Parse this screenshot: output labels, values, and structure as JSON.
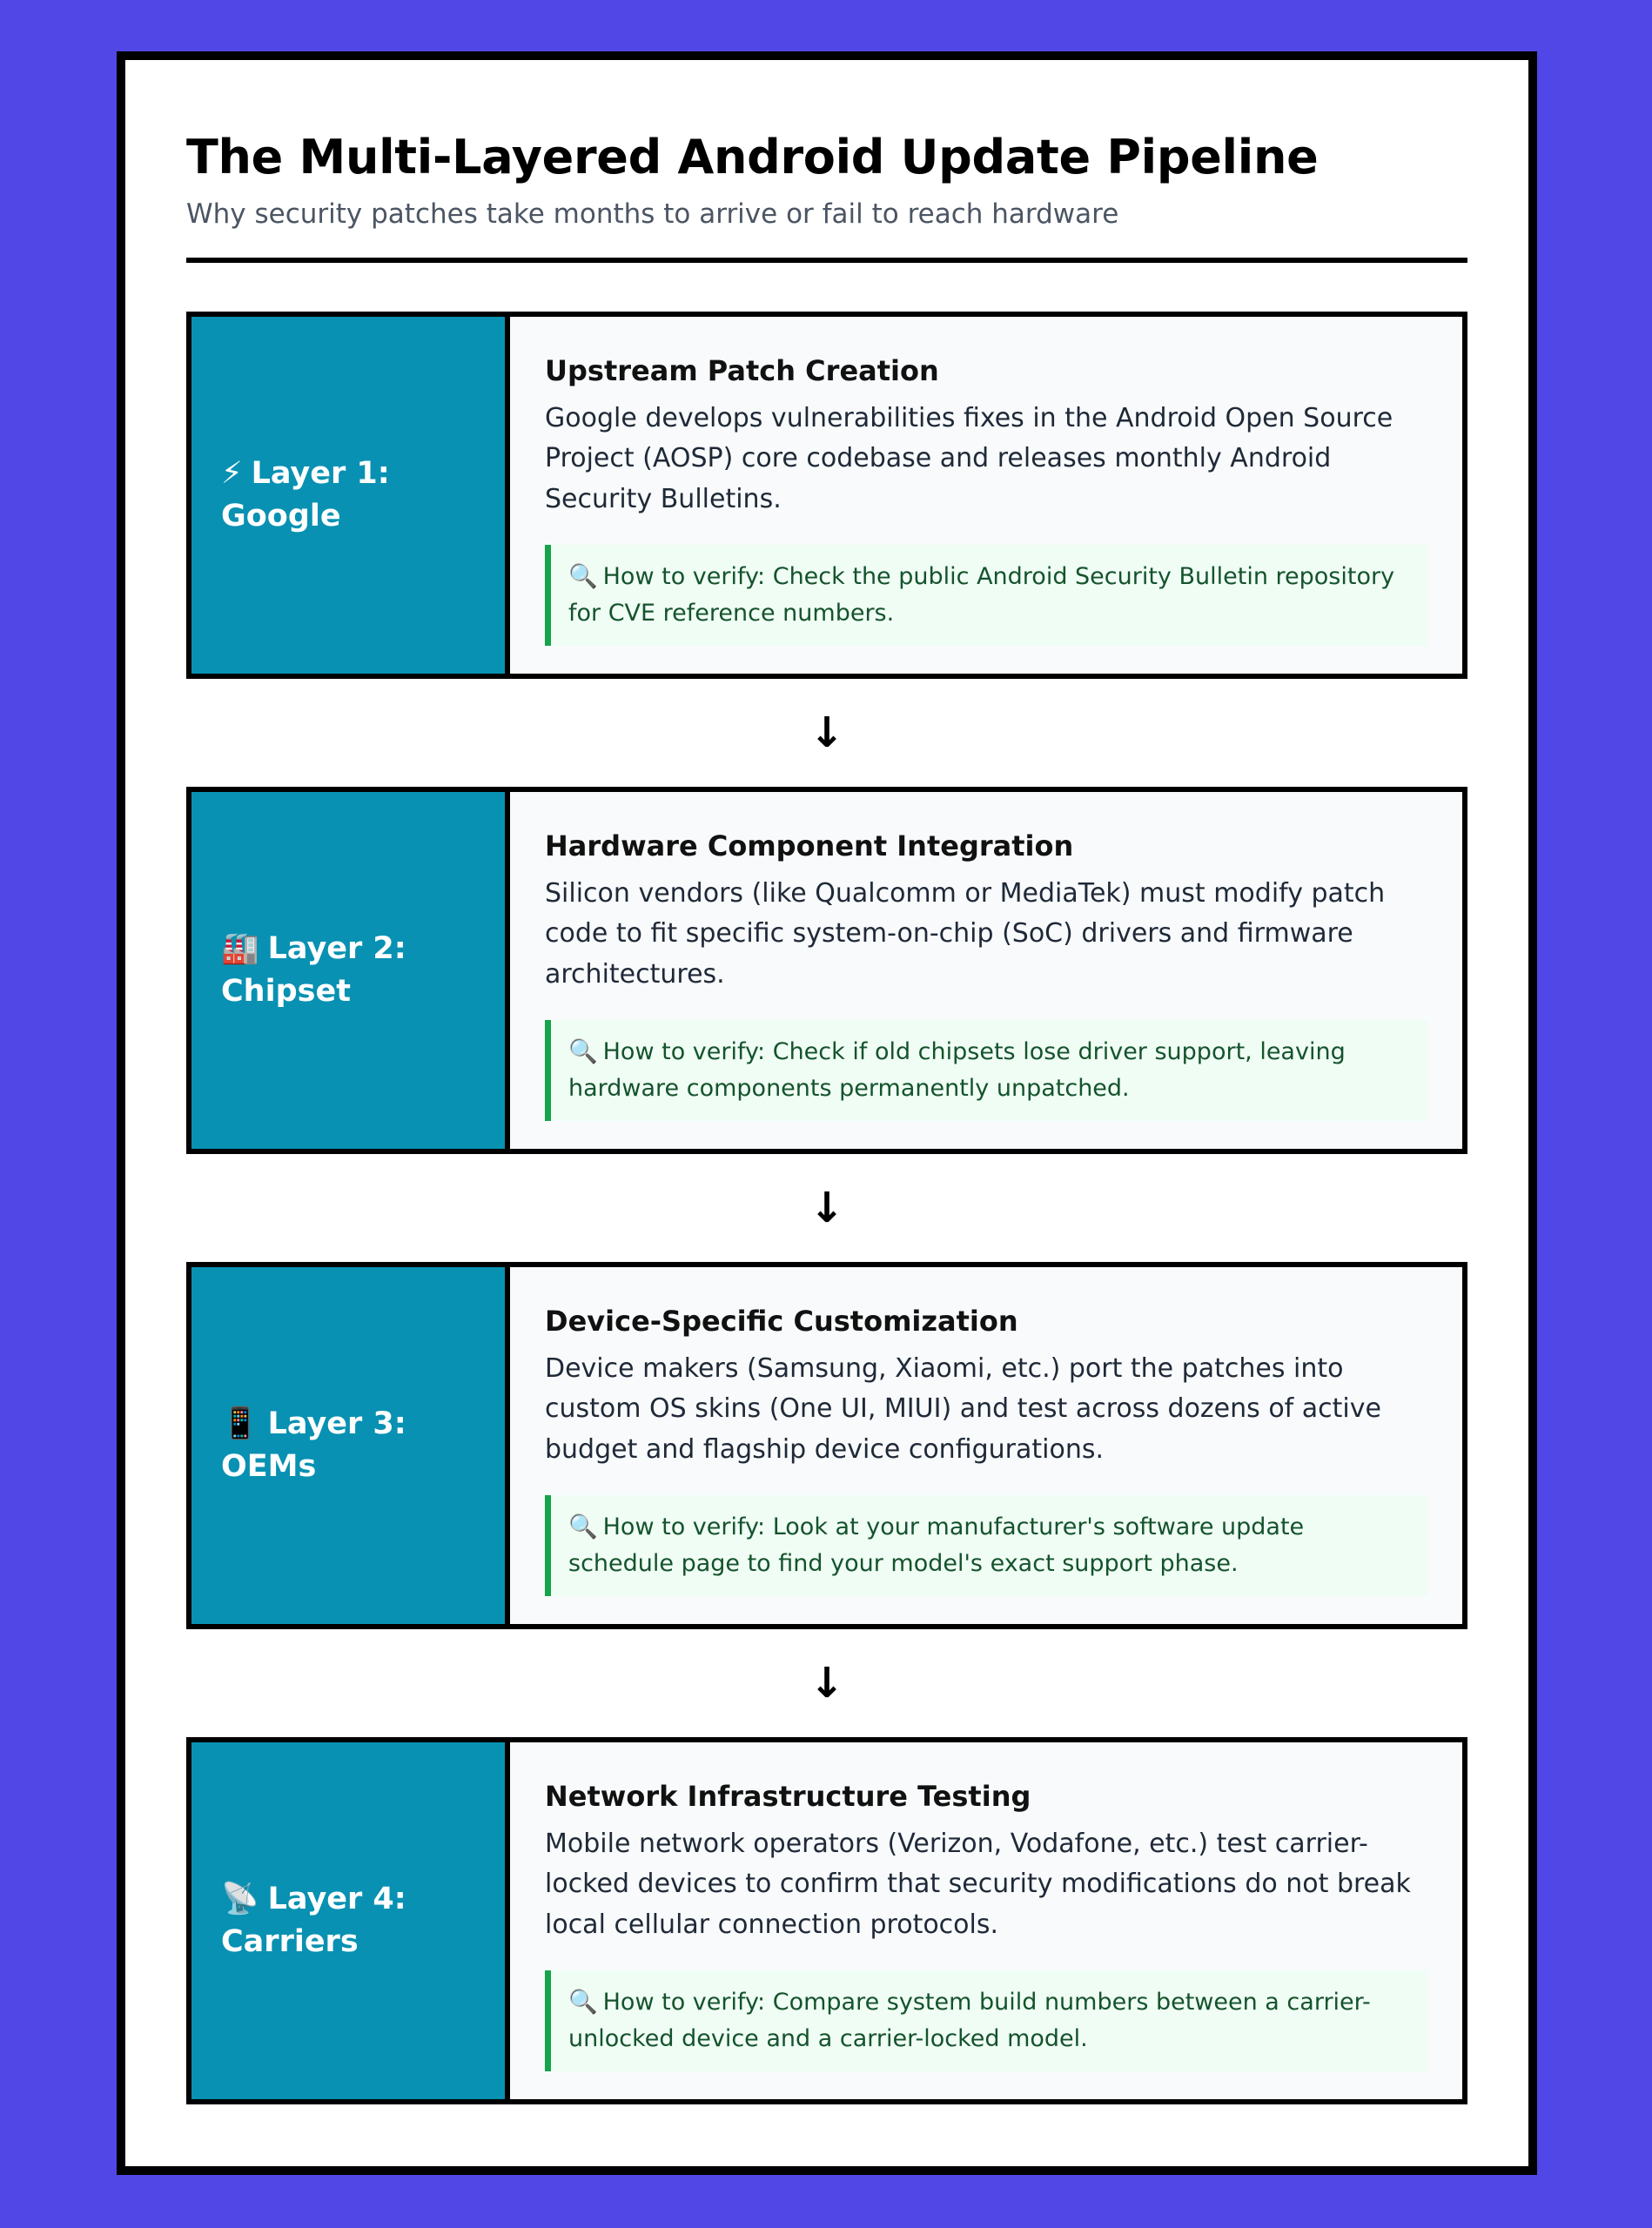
{
  "header": {
    "title": "The Multi-Layered Android Update Pipeline",
    "subtitle": "Why security patches take months to arrive or fail to reach hardware"
  },
  "arrow_glyph": "↓",
  "verify_icon": "🔍",
  "layers": [
    {
      "icon": "⚡",
      "label": "Layer 1: Google",
      "heading": "Upstream Patch Creation",
      "description": "Google develops vulnerabilities fixes in the Android Open Source Project (AOSP) core codebase and releases monthly Android Security Bulletins.",
      "verify": "How to verify: Check the public Android Security Bulletin repository for CVE reference numbers."
    },
    {
      "icon": "🏭",
      "label": "Layer 2: Chipset",
      "heading": "Hardware Component Integration",
      "description": "Silicon vendors (like Qualcomm or MediaTek) must modify patch code to fit specific system-on-chip (SoC) drivers and firmware architectures.",
      "verify": "How to verify: Check if old chipsets lose driver support, leaving hardware components permanently unpatched."
    },
    {
      "icon": "📱",
      "label": "Layer 3: OEMs",
      "heading": "Device-Specific Customization",
      "description": "Device makers (Samsung, Xiaomi, etc.) port the patches into custom OS skins (One UI, MIUI) and test across dozens of active budget and flagship device configurations.",
      "verify": "How to verify: Look at your manufacturer's software update schedule page to find your model's exact support phase."
    },
    {
      "icon": "📡",
      "label": "Layer 4: Carriers",
      "heading": "Network Infrastructure Testing",
      "description": "Mobile network operators (Verizon, Vodafone, etc.) test carrier-locked devices to confirm that security modifications do not break local cellular connection protocols.",
      "verify": "How to verify: Compare system build numbers between a carrier-unlocked device and a carrier-locked model."
    }
  ],
  "colors": {
    "background": "#5147e6",
    "label_bg": "#0891b2",
    "verify_bg": "#f0fdf4",
    "verify_border": "#16a34a",
    "verify_text": "#14532d"
  }
}
